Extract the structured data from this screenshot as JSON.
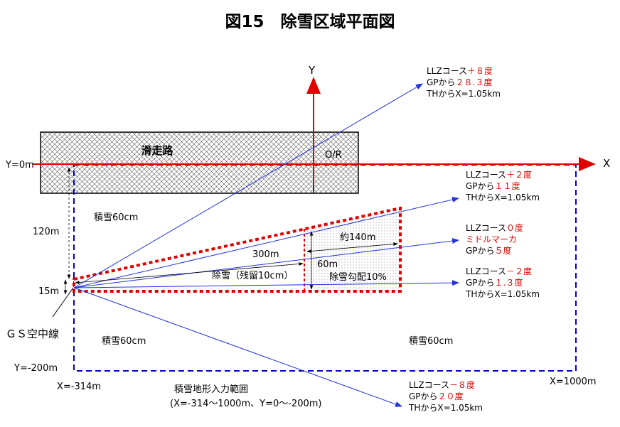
{
  "title": "図15　除雪区域平面図",
  "axes": {
    "x": "X",
    "y": "Y"
  },
  "colors": {
    "axis": "#e00000",
    "boundary": "#0000cc",
    "snow_zone": "#e00000",
    "ray": "#2233dd",
    "hatch": "#444444"
  },
  "runway": {
    "label": "滑走路",
    "or_label": "O/R"
  },
  "origin_label": "Y=0m",
  "dims": {
    "d120": "120m",
    "d15": "15m",
    "d300": "300m",
    "d60": "60m",
    "d140": "約140m"
  },
  "zones": {
    "cleared": "除雪（残留10cm）",
    "slope": "除雪勾配10%",
    "snow_a": "積雪60cm",
    "snow_b": "積雪60cm",
    "snow_c": "積雪60cm"
  },
  "gs_label": "ＧＳ空中線",
  "boundary_labels": {
    "y_min": "Y=-200m",
    "x_min": "X=-314m",
    "x_max": "X=1000m",
    "range_title": "積雪地形入力範囲",
    "range_spec": "(X=-314～1000m、Y=0～-200m)"
  },
  "rays": [
    {
      "name": "plus8",
      "lines": [
        [
          {
            "t": "LLZコース",
            "c": "k"
          },
          {
            "t": "＋８度",
            "c": "r"
          }
        ],
        [
          {
            "t": "GPから",
            "c": "k"
          },
          {
            "t": "２８.３度",
            "c": "r"
          }
        ],
        [
          {
            "t": "THからX=1.05km",
            "c": "k"
          }
        ]
      ]
    },
    {
      "name": "plus2",
      "lines": [
        [
          {
            "t": "LLZコース",
            "c": "k"
          },
          {
            "t": "＋２度",
            "c": "r"
          }
        ],
        [
          {
            "t": "GPから",
            "c": "k"
          },
          {
            "t": "１１度",
            "c": "r"
          }
        ],
        [
          {
            "t": "THからX=1.05km",
            "c": "k"
          }
        ]
      ]
    },
    {
      "name": "zero",
      "lines": [
        [
          {
            "t": "LLZコース",
            "c": "k"
          },
          {
            "t": "０度",
            "c": "r"
          }
        ],
        [
          {
            "t": "ミドルマーカ",
            "c": "r"
          }
        ],
        [
          {
            "t": "GPから",
            "c": "k"
          },
          {
            "t": "５度",
            "c": "r"
          }
        ]
      ]
    },
    {
      "name": "minus2",
      "lines": [
        [
          {
            "t": "LLZコース",
            "c": "k"
          },
          {
            "t": "－２度",
            "c": "r"
          }
        ],
        [
          {
            "t": "GPから",
            "c": "k"
          },
          {
            "t": "１.３度",
            "c": "r"
          }
        ],
        [
          {
            "t": "THからX=1.05km",
            "c": "k"
          }
        ]
      ]
    },
    {
      "name": "minus8",
      "lines": [
        [
          {
            "t": "LLZコース",
            "c": "k"
          },
          {
            "t": "－８度",
            "c": "r"
          }
        ],
        [
          {
            "t": "GPから",
            "c": "k"
          },
          {
            "t": "２０度",
            "c": "r"
          }
        ],
        [
          {
            "t": "THからX=1.05km",
            "c": "k"
          }
        ]
      ]
    }
  ]
}
